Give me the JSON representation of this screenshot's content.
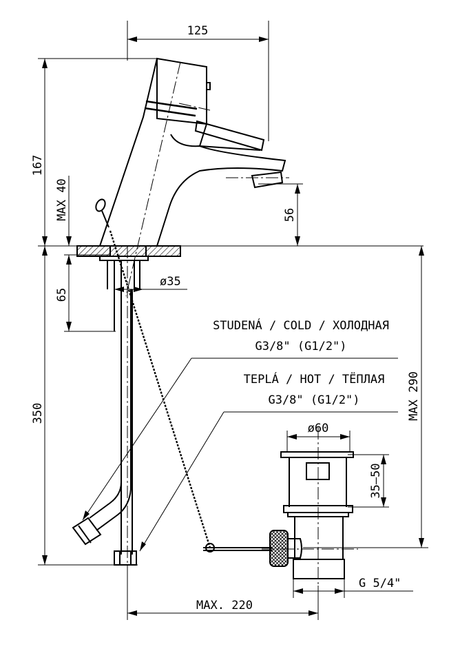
{
  "dimensions": {
    "width_top": "125",
    "height_total": "167",
    "max_40": "MAX 40",
    "spout_height": "56",
    "depth_65": "65",
    "diameter_35": "ø35",
    "length_350": "350",
    "max_290": "MAX 290",
    "diameter_60": "ø60",
    "range_35_50": "35–50",
    "thread_g54": "G 5/4\"",
    "max_220": "MAX. 220"
  },
  "labels": {
    "cold_title": "STUDENÁ / COLD / ХОЛОДНАЯ",
    "cold_thread": "G3/8\" (G1/2\")",
    "hot_title": "TEPLÁ / HOT / ТЁПЛАЯ",
    "hot_thread": "G3/8\" (G1/2\")"
  }
}
